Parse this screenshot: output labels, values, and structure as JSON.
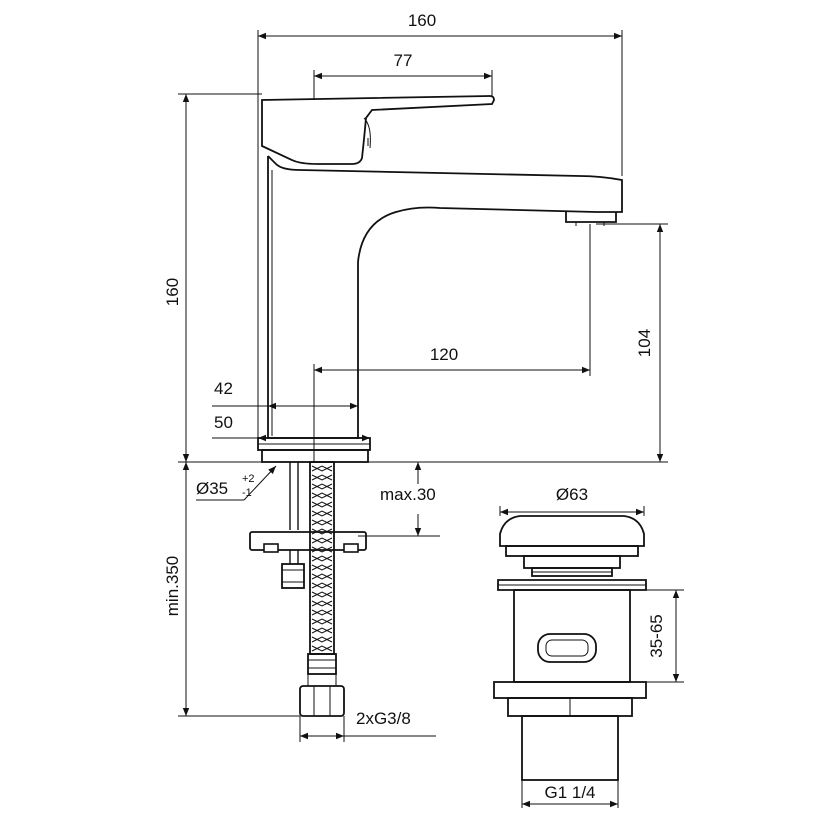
{
  "dimensions": {
    "overall_width": "160",
    "lever_length": "77",
    "overall_height": "160",
    "spout_height": "104",
    "spout_reach": "120",
    "body_width_42": "42",
    "base_width_50": "50",
    "hole_diameter": "Ø35",
    "hole_tol_plus": "+2",
    "hole_tol_minus": "-1",
    "max_deck": "max.30",
    "hose_length": "min.350",
    "connections": "2xG3/8"
  },
  "waste": {
    "cap_diameter": "Ø63",
    "adjust_range": "35-65",
    "thread": "G1 1/4"
  }
}
